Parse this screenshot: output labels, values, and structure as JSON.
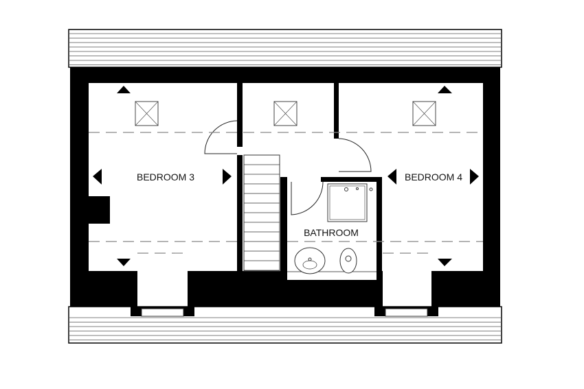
{
  "plan": {
    "rooms": {
      "bedroom_3": "BEDROOM 3",
      "bedroom_4": "BEDROOM 4",
      "bathroom": "BATHROOM"
    },
    "colors": {
      "wall": "#000000",
      "background": "#ffffff",
      "line": "#333333",
      "dashed": "#888888"
    }
  }
}
